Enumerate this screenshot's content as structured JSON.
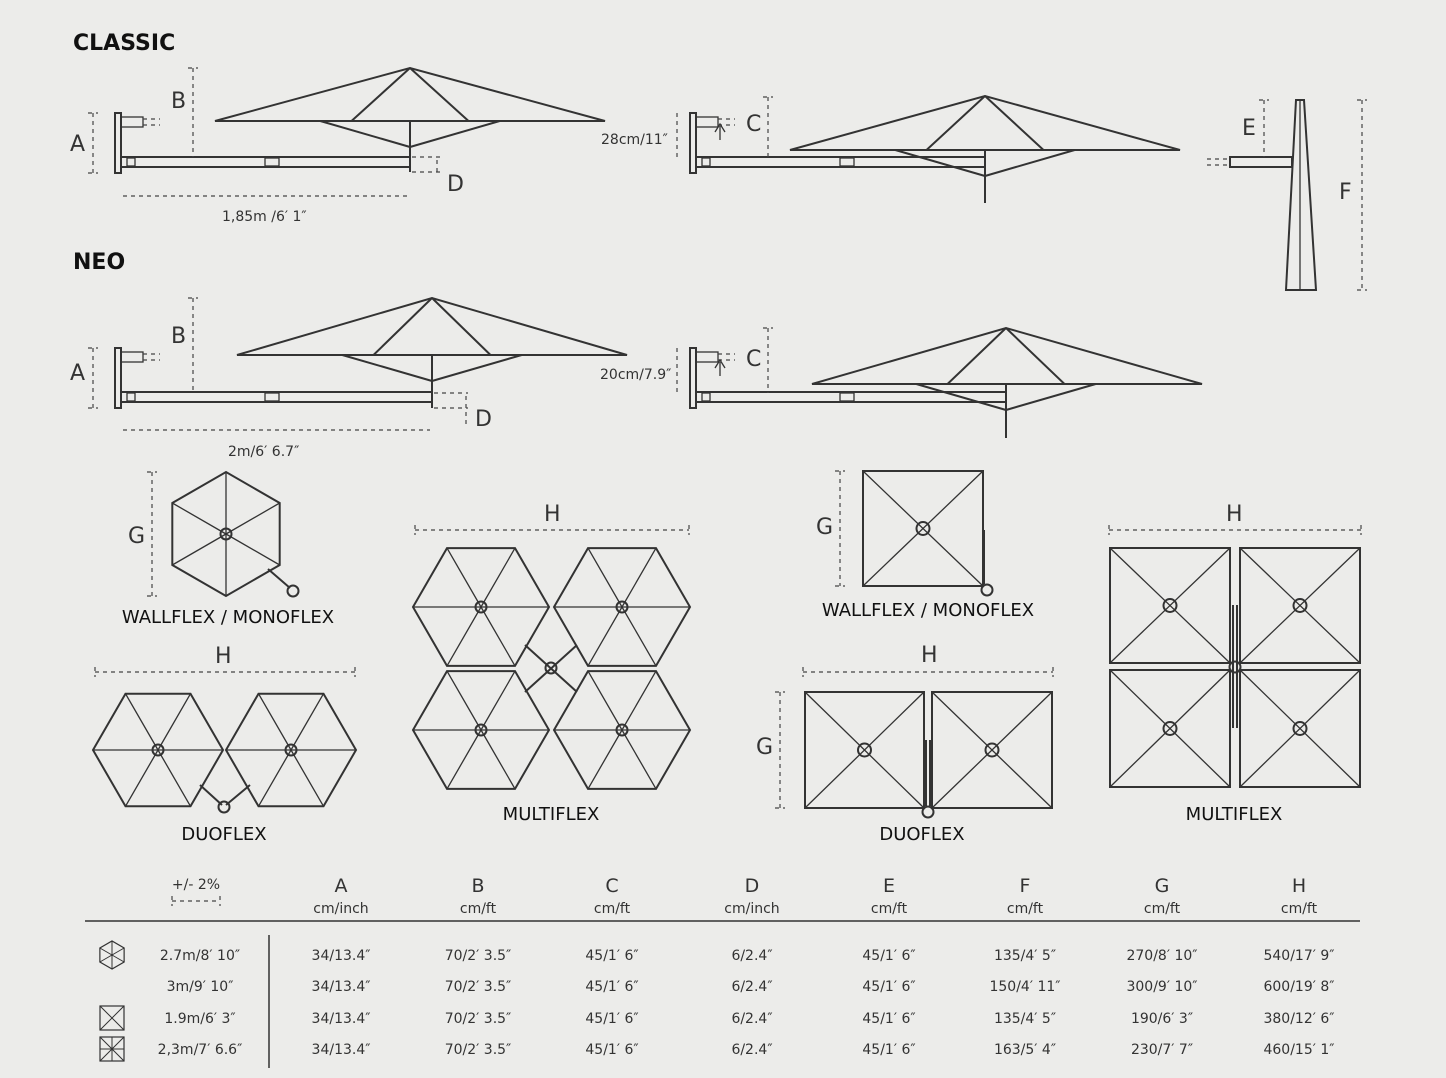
{
  "sections": {
    "classic": "CLASSIC",
    "neo": "NEO"
  },
  "dimension_letters": {
    "A": "A",
    "B": "B",
    "C": "C",
    "D": "D",
    "E": "E",
    "F": "F",
    "G": "G",
    "H": "H"
  },
  "classic": {
    "arm_length": "1,85m /6′ 1″",
    "tilt_offset": "28cm/11″"
  },
  "neo": {
    "arm_length": "2m/6′ 6.7″",
    "tilt_offset": "20cm/7.9″"
  },
  "configurations": {
    "wallflex_monoflex": "WALLFLEX / MONOFLEX",
    "duoflex": "DUOFLEX",
    "multiflex": "MULTIFLEX"
  },
  "table": {
    "tolerance": "+/- 2%",
    "columns": [
      {
        "letter": "A",
        "unit": "cm/inch"
      },
      {
        "letter": "B",
        "unit": "cm/ft"
      },
      {
        "letter": "C",
        "unit": "cm/ft"
      },
      {
        "letter": "D",
        "unit": "cm/inch"
      },
      {
        "letter": "E",
        "unit": "cm/ft"
      },
      {
        "letter": "F",
        "unit": "cm/ft"
      },
      {
        "letter": "G",
        "unit": "cm/ft"
      },
      {
        "letter": "H",
        "unit": "cm/ft"
      }
    ],
    "rows": [
      {
        "icon": "hexagon-umbrella-icon",
        "size": "2.7m/8′ 10″",
        "values": [
          "34/13.4″",
          "70/2′ 3.5″",
          "45/1′ 6″",
          "6/2.4″",
          "45/1′ 6″",
          "135/4′  5″",
          "270/8′ 10″",
          "540/17′ 9″"
        ]
      },
      {
        "icon": "",
        "size": "3m/9′ 10″",
        "values": [
          "34/13.4″",
          "70/2′ 3.5″",
          "45/1′ 6″",
          "6/2.4″",
          "45/1′ 6″",
          "150/4′  11″",
          "300/9′ 10″",
          "600/19′ 8″"
        ]
      },
      {
        "icon": "square-umbrella-icon",
        "size": "1.9m/6′ 3″",
        "values": [
          "34/13.4″",
          "70/2′ 3.5″",
          "45/1′ 6″",
          "6/2.4″",
          "45/1′ 6″",
          "135/4′  5″",
          "190/6′ 3″",
          "380/12′ 6″"
        ]
      },
      {
        "icon": "square-umbrella-8-rib-icon",
        "size": "2,3m/7′ 6.6″",
        "values": [
          "34/13.4″",
          "70/2′ 3.5″",
          "45/1′ 6″",
          "6/2.4″",
          "45/1′ 6″",
          "163/5′  4″",
          "230/7′ 7″",
          "460/15′ 1″"
        ]
      }
    ]
  }
}
